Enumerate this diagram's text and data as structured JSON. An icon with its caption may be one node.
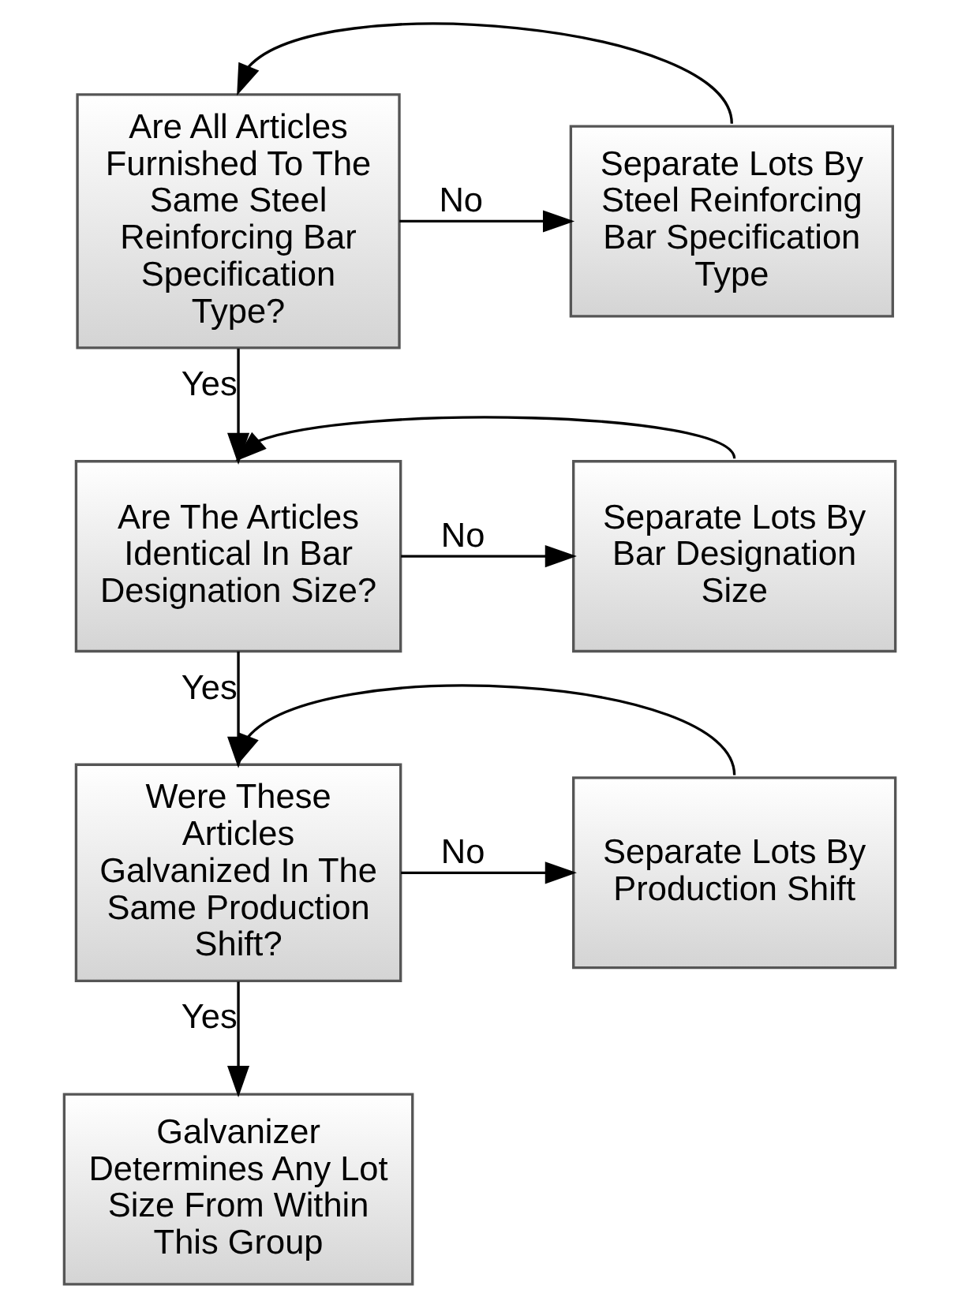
{
  "diagram": {
    "nodes": [
      {
        "text": [
          "Are All Articles Furnished To The Same Steel Reinforcing Bar Specification Type?"
        ]
      },
      {
        "text": [
          "Separate Lots By Steel Reinforcing Bar Specification Type"
        ]
      },
      {
        "text": [
          "Are The Articles Identical In Bar Designation Size?"
        ]
      },
      {
        "text": [
          "Separate Lots By Bar Designation Size"
        ]
      },
      {
        "text": [
          "Were These Articles Galvanized In The Same Production Shift?"
        ]
      },
      {
        "text": [
          "Separate Lots By Production Shift"
        ]
      },
      {
        "text": [
          "Galvanizer Determines Any Lot Size From Within This Group"
        ]
      }
    ],
    "edges": [
      {
        "from": 0,
        "to": 1,
        "arrow": "to",
        "label": "No"
      },
      {
        "from": 1,
        "to": 0,
        "arrow": "to"
      },
      {
        "from": 0,
        "to": 2,
        "arrow": "to",
        "label": "Yes"
      },
      {
        "from": 2,
        "to": 3,
        "arrow": "to",
        "label": "No"
      },
      {
        "from": 3,
        "to": 2,
        "arrow": "to"
      },
      {
        "from": 2,
        "to": 4,
        "arrow": "to",
        "label": "Yes"
      },
      {
        "from": 4,
        "to": 5,
        "arrow": "to",
        "label": "No"
      },
      {
        "from": 5,
        "to": 4,
        "arrow": "to"
      },
      {
        "from": 4,
        "to": 6,
        "arrow": "to",
        "label": "Yes"
      }
    ]
  }
}
